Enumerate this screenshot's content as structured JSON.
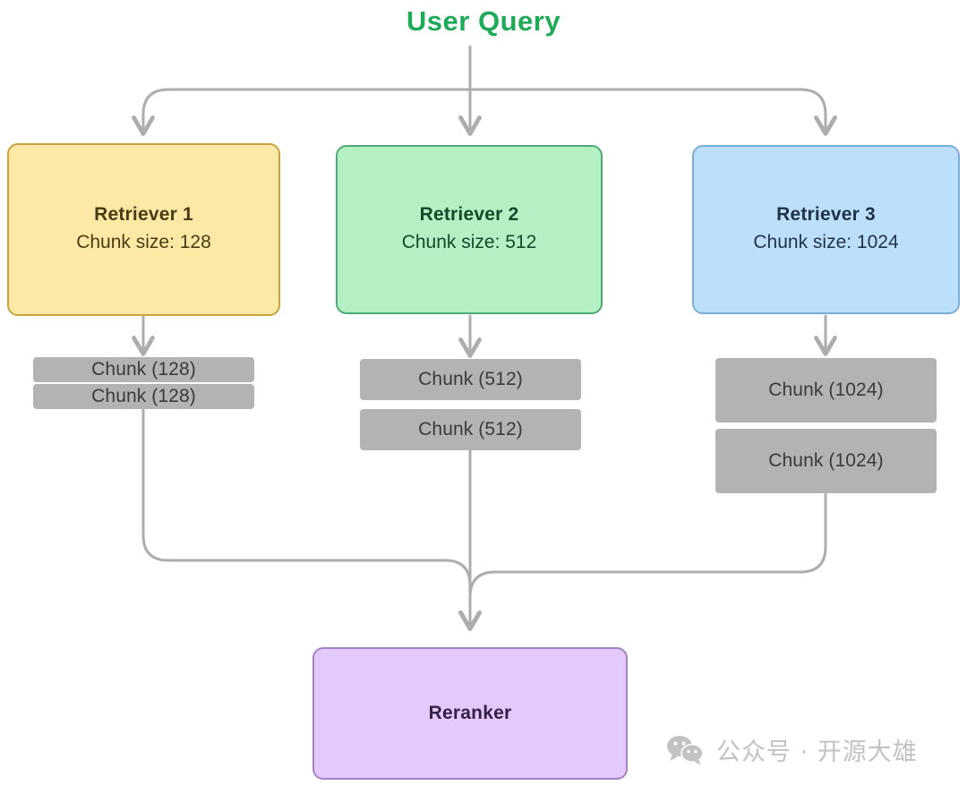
{
  "title": "User Query",
  "colors": {
    "title_green": "#1faa5a",
    "connector_grey": "#adadad",
    "chunk_grey": "#b3b3b3",
    "retriever1_fill": "#fce9a6",
    "retriever1_border": "#c9a43c",
    "retriever1_text": "#4a3b13",
    "retriever2_fill": "#b4f0c4",
    "retriever2_border": "#4fa877",
    "retriever2_text": "#14492c",
    "retriever3_fill": "#bcdffb",
    "retriever3_border": "#7badd6",
    "retriever3_text": "#1f3347",
    "reranker_fill": "#e3c9fd",
    "reranker_border": "#a481c4",
    "reranker_text": "#352046",
    "watermark_grey": "#c2c2c2"
  },
  "retrievers": [
    {
      "id": "retriever-1",
      "title": "Retriever 1",
      "subtitle": "Chunk size: 128",
      "chunk_size": "128",
      "chunks": [
        {
          "label": "Chunk (128)"
        },
        {
          "label": "Chunk (128)"
        }
      ]
    },
    {
      "id": "retriever-2",
      "title": "Retriever 2",
      "subtitle": "Chunk size: 512",
      "chunk_size": "512",
      "chunks": [
        {
          "label": "Chunk (512)"
        },
        {
          "label": "Chunk (512)"
        }
      ]
    },
    {
      "id": "retriever-3",
      "title": "Retriever 3",
      "subtitle": "Chunk size: 1024",
      "chunk_size": "1024",
      "chunks": [
        {
          "label": "Chunk (1024)"
        },
        {
          "label": "Chunk (1024)"
        }
      ]
    }
  ],
  "reranker": {
    "title": "Reranker"
  },
  "watermark": {
    "icon": "wechat-icon",
    "text": "公众号 · 开源大雄"
  }
}
